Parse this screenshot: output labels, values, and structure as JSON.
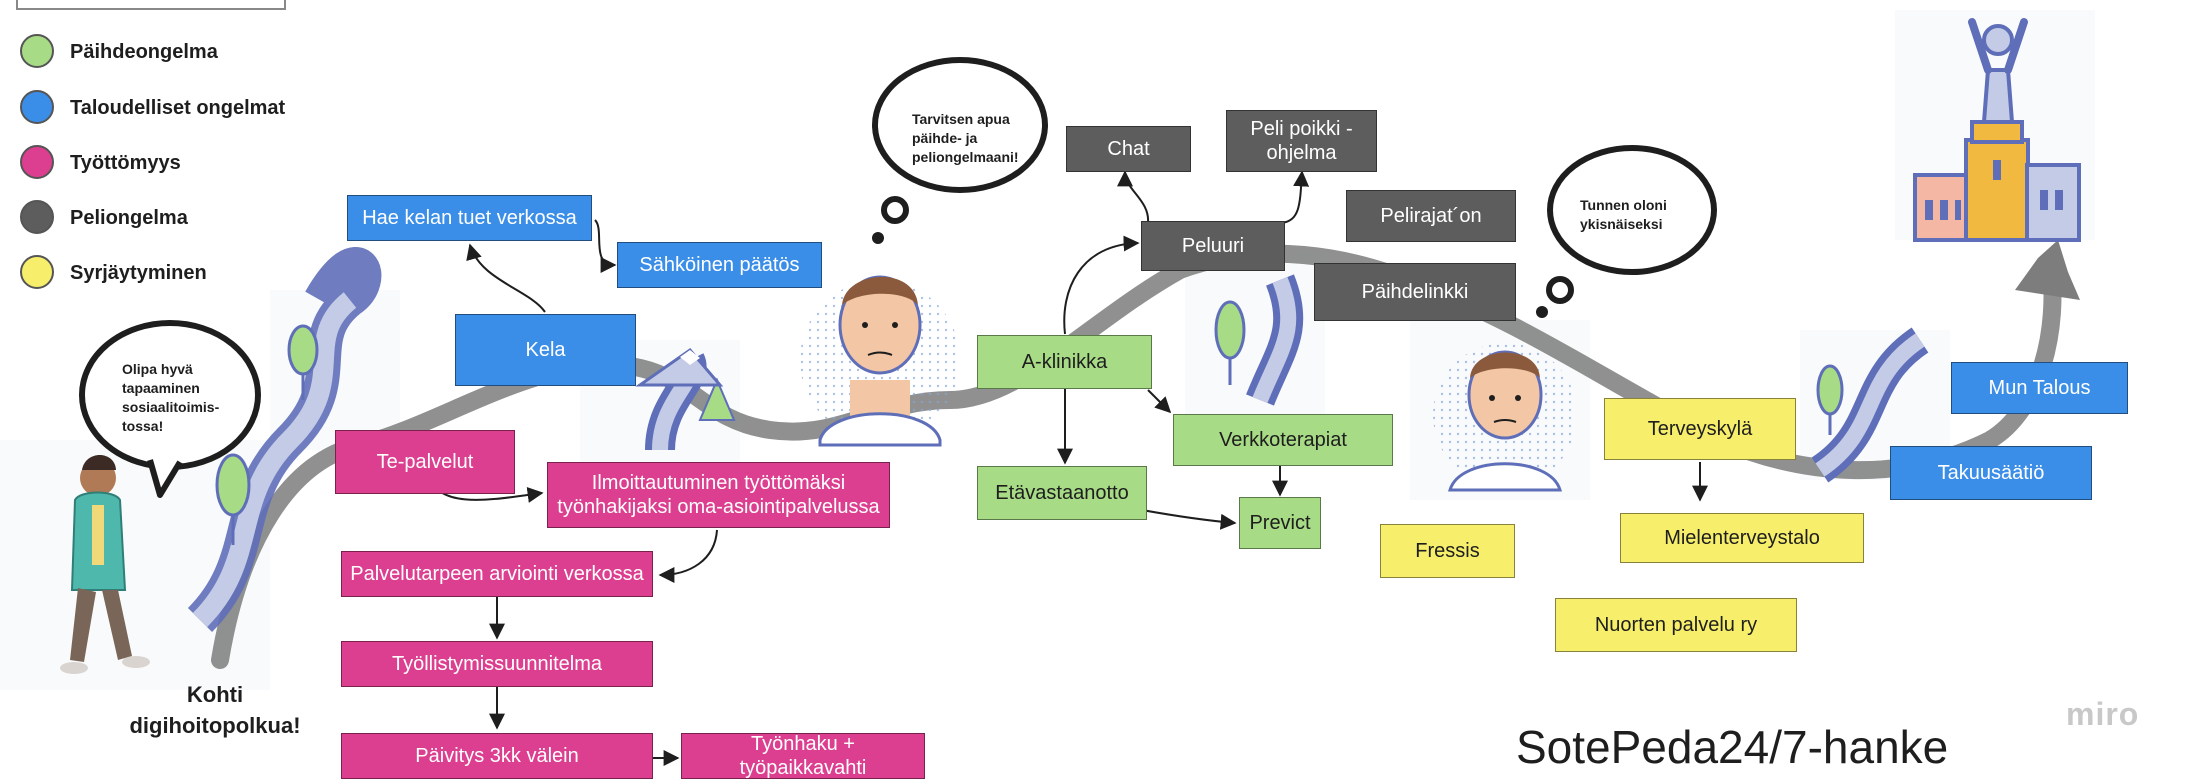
{
  "legend": [
    {
      "label": "Päihdeongelma",
      "color": "#a7db86"
    },
    {
      "label": "Taloudelliset ongelmat",
      "color": "#3b8ee8"
    },
    {
      "label": "Työttömyys",
      "color": "#dc3f8f"
    },
    {
      "label": "Peliongelma",
      "color": "#5d5d5d"
    },
    {
      "label": "Syrjäytyminen",
      "color": "#f7ef6b"
    }
  ],
  "thoughts": {
    "start": "Olipa hyvä tapaaminen sosiaalitoimis-tossa!",
    "help": "Tarvitsen apua päihde- ja peliongelmaani!",
    "lonely": "Tunnen oloni ykisnäiseksi"
  },
  "caption": {
    "line1": "Kohti",
    "line2": "digihoitopolkua!"
  },
  "nodes": {
    "hae_kelan_tuet": "Hae kelan tuet verkossa",
    "sahkoinen_paatos": "Sähköinen päätös",
    "kela": "Kela",
    "te_palvelut": "Te-palvelut",
    "ilmoittautuminen_1": "Ilmoittautuminen työttömäksi",
    "ilmoittautuminen_2": "työnhakijaksi oma-asiointipalvelussa",
    "palvelutarpeen_arviointi": "Palvelutarpeen arviointi verkossa",
    "tyollistymissuunnitelma": "Työllistymissuunnitelma",
    "paivitys": "Päivitys 3kk välein",
    "tyonhaku": "Työnhaku + työpaikkavahti",
    "chat": "Chat",
    "peli_poikki_1": "Peli poikki -",
    "peli_poikki_2": "ohjelma",
    "peluuri": "Peluuri",
    "pelirajat": "Pelirajat´on",
    "paihdelinkki": "Päihdelinkki",
    "a_klinikka": "A-klinikka",
    "verkkoterapiat": "Verkkoterapiat",
    "etavastaanotto": "Etävastaanotto",
    "previct": "Previct",
    "fressis": "Fressis",
    "terveyskyla": "Terveyskylä",
    "mielenterveystalo": "Mielenterveystalo",
    "nuorten_palvelu": "Nuorten palvelu ry",
    "mun_talous": "Mun Talous",
    "takuusaatio": "Takuusäätiö"
  },
  "footer": {
    "project": "SotePeda24/7-hanke",
    "brand": "miro"
  },
  "icons": [
    "walking-person-illustration",
    "thought-bubble-icon",
    "man-face-icon",
    "tree-icon",
    "mountain-icon",
    "winding-road-illustration",
    "podium-trophy-icon"
  ]
}
